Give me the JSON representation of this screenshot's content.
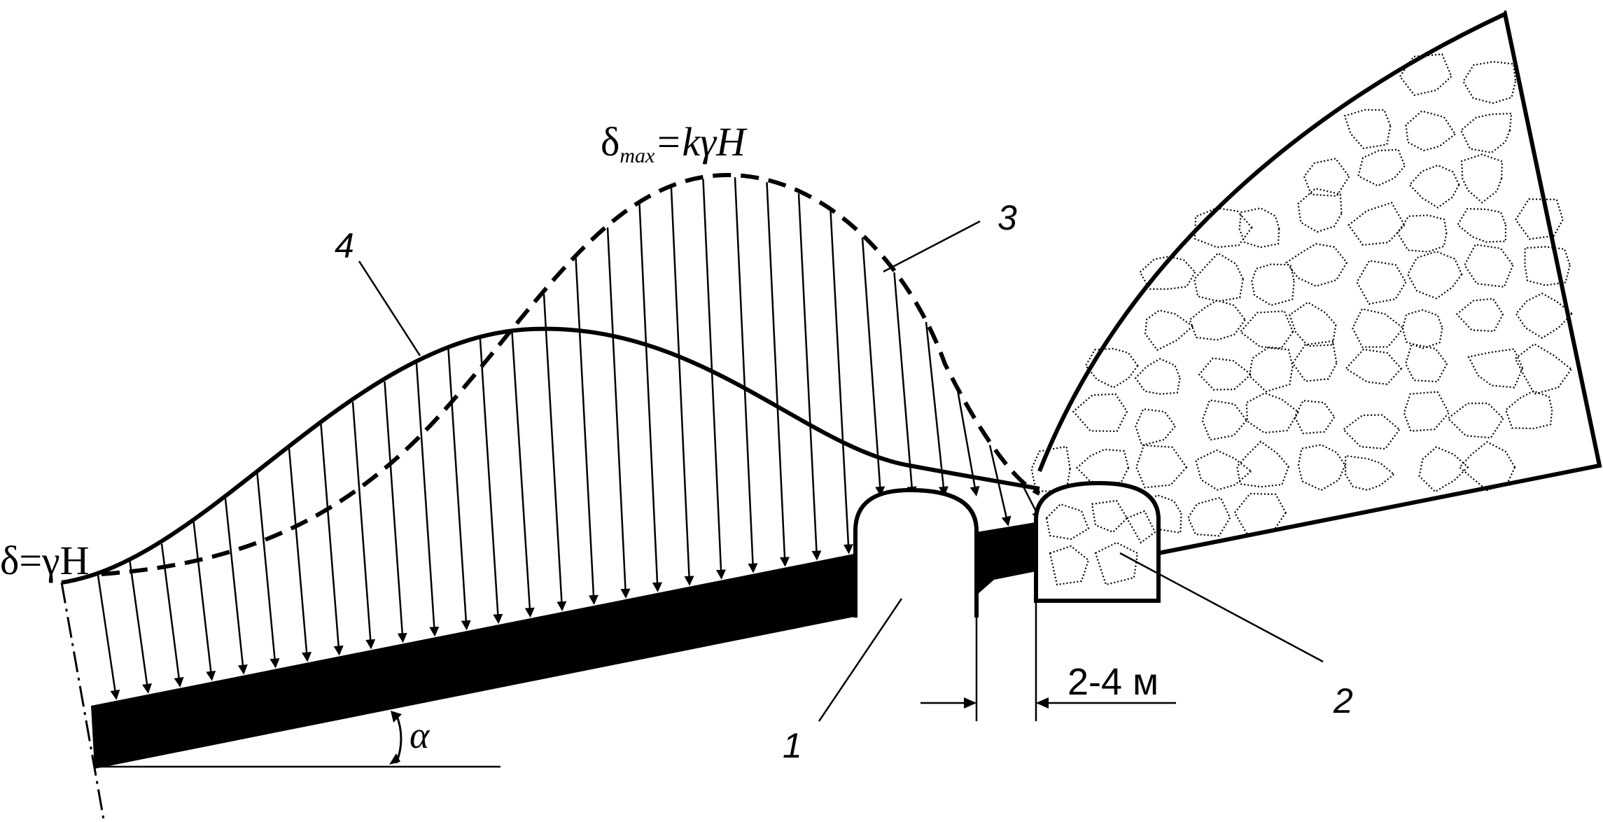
{
  "labels": {
    "sigma_left": "δ=γH",
    "sigma_max_prefix": "δ",
    "sigma_max_sub": "max",
    "sigma_max_rest": "=kγH",
    "callout_3": "3",
    "callout_4": "4",
    "callout_1": "1",
    "callout_2": "2",
    "dimension": "2-4 м",
    "angle": "α"
  },
  "colors": {
    "ink": "#000000",
    "paper": "#ffffff"
  },
  "icons": {
    "dip_angle": "arc-arrow-icon",
    "dimension_arrows": "double-arrow-icon"
  }
}
